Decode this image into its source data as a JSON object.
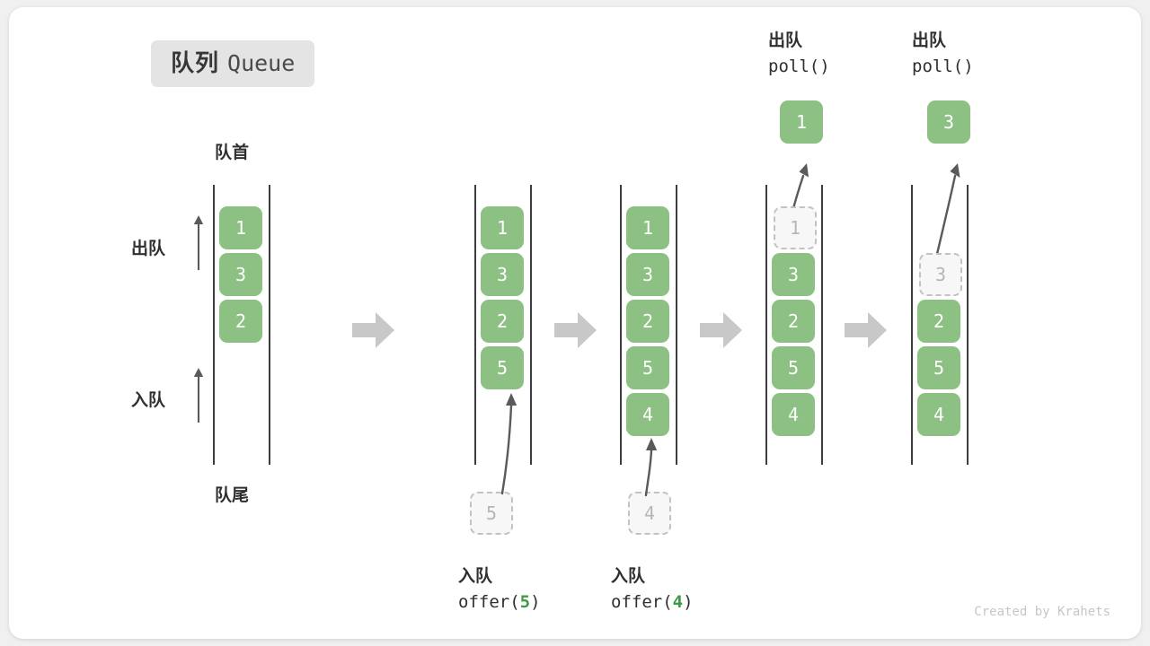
{
  "title": {
    "cn": "队列",
    "en": "Queue"
  },
  "labels": {
    "head": "队首",
    "tail": "队尾",
    "dequeue": "出队",
    "enqueue": "入队"
  },
  "colors": {
    "element_fill": "#8cc183",
    "element_text": "#ffffff",
    "ghost_fill": "#f7f7f7",
    "ghost_border": "#c2c2c2",
    "ghost_text": "#b6b6b6",
    "rail": "#3d3d40",
    "step_arrow": "#c8c8c8",
    "badge_bg": "#e4e4e4",
    "arg_green": "#3f9a46",
    "footer_text": "#c6c6c6",
    "card_bg": "#ffffff",
    "page_bg": "#f0f0f0"
  },
  "stages": [
    {
      "name": "initial",
      "elements": [
        "1",
        "3",
        "2"
      ],
      "ghost": null,
      "incoming": null,
      "popped": null,
      "caption": null
    },
    {
      "name": "after-offer-5",
      "elements": [
        "1",
        "3",
        "2",
        "5"
      ],
      "ghost": null,
      "incoming": "5",
      "popped": null,
      "caption": {
        "cn": "入队",
        "fn": "offer(",
        "arg": "5",
        "close": ")"
      }
    },
    {
      "name": "after-offer-4",
      "elements": [
        "1",
        "3",
        "2",
        "5",
        "4"
      ],
      "ghost": null,
      "incoming": "4",
      "popped": null,
      "caption": {
        "cn": "入队",
        "fn": "offer(",
        "arg": "4",
        "close": ")"
      }
    },
    {
      "name": "after-poll-1",
      "elements": [
        "3",
        "2",
        "5",
        "4"
      ],
      "ghost": {
        "value": "1",
        "slot": 0
      },
      "incoming": null,
      "popped": "1",
      "caption": {
        "cn": "出队",
        "fn": "poll()",
        "arg": "",
        "close": ""
      }
    },
    {
      "name": "after-poll-3",
      "elements": [
        "2",
        "5",
        "4"
      ],
      "ghost": {
        "value": "3",
        "slot": 1
      },
      "incoming": null,
      "popped": "3",
      "caption": {
        "cn": "出队",
        "fn": "poll()",
        "arg": "",
        "close": ""
      }
    }
  ],
  "step_arrows": [
    {
      "name": "step-arrow-1"
    },
    {
      "name": "step-arrow-2"
    },
    {
      "name": "step-arrow-3"
    },
    {
      "name": "step-arrow-4"
    }
  ],
  "footer": "Created by Krahets"
}
